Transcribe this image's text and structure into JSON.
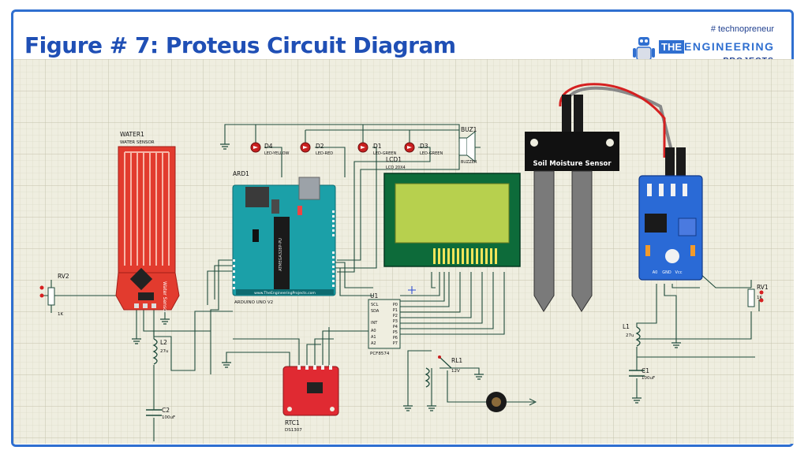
{
  "header": {
    "title": "Figure # 7: Proteus Circuit Diagram",
    "brand_tag": "# technopreneur",
    "brand_the": "THE",
    "brand_engineering": "ENGINEERING",
    "brand_projects": "PROJECTS"
  },
  "colors": {
    "accent": "#1f4fb5",
    "grid_bg": "#efeee0",
    "wire": "#1e4a3a",
    "arduino": "#1ba0a8",
    "sensor_red": "#e23b2e",
    "module_blue": "#2a6ad6",
    "lcd_green": "#0d6b3a"
  },
  "components": {
    "water": {
      "ref": "WATER1",
      "name": "WATER SENSOR",
      "board_text": "Water Sensor"
    },
    "rv2": {
      "ref": "RV2",
      "value": "1K"
    },
    "rv1": {
      "ref": "RV1",
      "value": "1K"
    },
    "l2": {
      "ref": "L2",
      "value": "27u"
    },
    "l1": {
      "ref": "L1",
      "value": "27u"
    },
    "c2": {
      "ref": "C2",
      "value": "100uF"
    },
    "c1": {
      "ref": "C1",
      "value": "100uF"
    },
    "d4": {
      "ref": "D4",
      "value": "LED-YELLOW"
    },
    "d2": {
      "ref": "D2",
      "value": "LED-RED"
    },
    "d1": {
      "ref": "D1",
      "value": "LED-GREEN"
    },
    "d3": {
      "ref": "D3",
      "value": "LED-GREEN"
    },
    "buz": {
      "ref": "BUZ1",
      "value": "BUZZER"
    },
    "ard": {
      "ref": "ARD1",
      "value": "ARDUINO UNO V2",
      "chip": "ATMEGA328P-PU",
      "site": "www.TheEngineeringProjects.com"
    },
    "lcd": {
      "ref": "LCD1",
      "value": "LCD 20X4"
    },
    "u1": {
      "ref": "U1",
      "value": "PCF8574"
    },
    "rtc": {
      "ref": "RTC1",
      "value": "DS1307"
    },
    "rl1": {
      "ref": "RL1",
      "value": "12V"
    },
    "soil": {
      "label": "Soil Moisture Sensor"
    }
  },
  "u1_pins_left": [
    "SCL",
    "SDA",
    "INT",
    "A0",
    "A1",
    "A2"
  ],
  "u1_pins_right": [
    "P0",
    "P1",
    "P2",
    "P3",
    "P4",
    "P5",
    "P6",
    "P7"
  ],
  "soil_module_pins": [
    "A0",
    "GND",
    "Vcc"
  ]
}
